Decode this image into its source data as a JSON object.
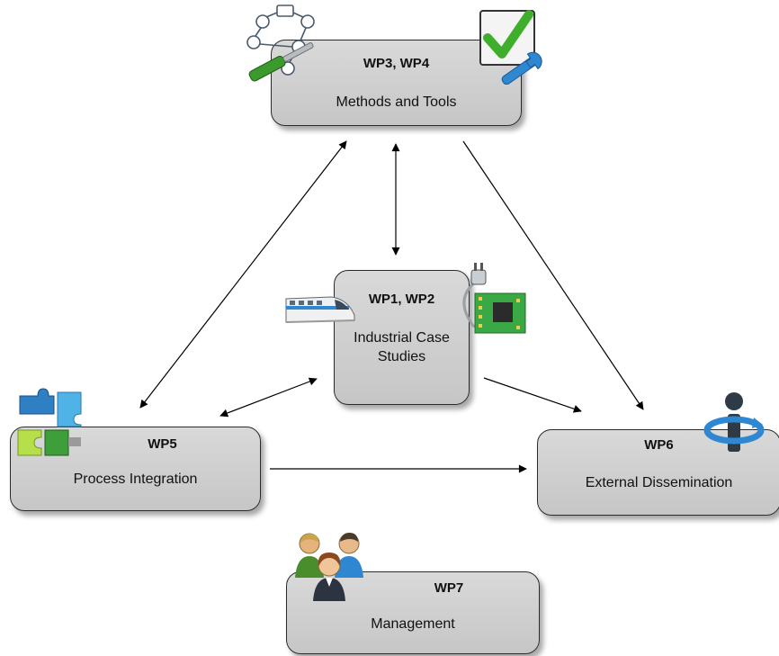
{
  "diagram": {
    "nodes": {
      "methods": {
        "code": "WP3, WP4",
        "label": "Methods and Tools"
      },
      "industrial": {
        "code": "WP1, WP2",
        "label": "Industrial Case Studies"
      },
      "process": {
        "code": "WP5",
        "label": "Process Integration"
      },
      "dissemination": {
        "code": "WP6",
        "label": "External Dissemination"
      },
      "management": {
        "code": "WP7",
        "label": "Management"
      }
    },
    "edges": [
      {
        "from": "methods",
        "to": "industrial",
        "direction": "both"
      },
      {
        "from": "methods",
        "to": "process",
        "direction": "both"
      },
      {
        "from": "industrial",
        "to": "process",
        "direction": "both"
      },
      {
        "from": "methods",
        "to": "dissemination",
        "direction": "forward"
      },
      {
        "from": "industrial",
        "to": "dissemination",
        "direction": "forward"
      },
      {
        "from": "process",
        "to": "dissemination",
        "direction": "forward"
      }
    ],
    "icons": {
      "methods_left": "flowchart-tool-icon",
      "methods_right": "checkbox-wrench-icon",
      "industrial_left": "train-icon",
      "industrial_right": "circuit-plug-icon",
      "process": "puzzle-icon",
      "dissemination": "info-rotate-icon",
      "management": "people-group-icon"
    },
    "colors": {
      "box_fill": "#cfcfcf",
      "box_border": "#2b2b2b",
      "arrow": "#000000",
      "check_green": "#3fae2a",
      "wrench_blue": "#2f86d1",
      "puzzle_blue": "#3a9bd9",
      "puzzle_green": "#7cc242"
    }
  }
}
